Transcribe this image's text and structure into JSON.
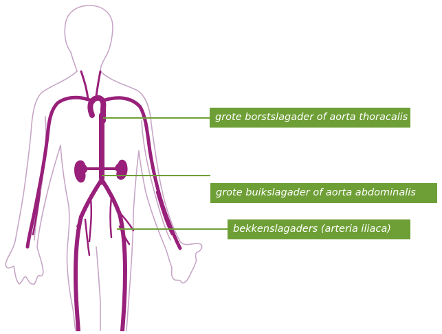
{
  "labels": {
    "thoracic": "grote borstslagader of aorta thoracalis",
    "abdominal": "grote buikslagader of aorta abdominalis",
    "iliac": "bekkenslagaders (arteria iliaca)"
  },
  "colors": {
    "artery": "#98207a",
    "outline": "#c7a6c6",
    "label_bg": "#6e9f36",
    "leader_line": "#6e9f36",
    "label_text": "#ffffff"
  },
  "icons": {
    "figure": "human-body-outline-icon",
    "kidneys": "kidney-icon",
    "heart": "aortic-arch-icon"
  }
}
